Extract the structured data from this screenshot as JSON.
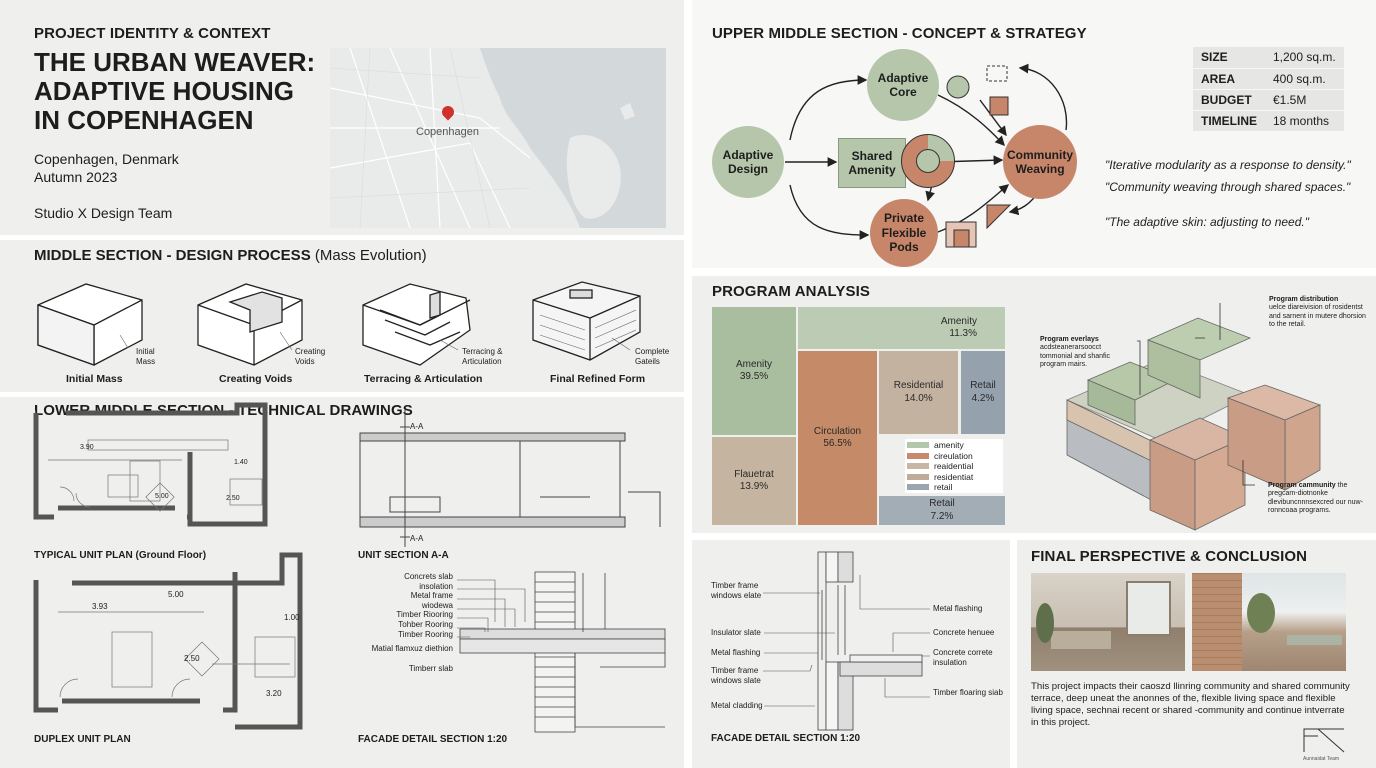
{
  "identity": {
    "section_label": "PROJECT IDENTITY & CONTEXT",
    "title_lines": [
      "THE URBAN WEAVER:",
      "ADAPTIVE HOUSING",
      "IN COPENHAGEN"
    ],
    "location": "Copenhagen, Denmark",
    "season": "Autumn 2023",
    "team": "Studio X Design Team",
    "map_label": "Copenhagen"
  },
  "process": {
    "heading": "MIDDLE SECTION - DESIGN PROCESS",
    "heading_sub": "(Mass Evolution)",
    "steps": [
      {
        "label": "Initial Mass",
        "note_lines": [
          "Initial",
          "Mass"
        ]
      },
      {
        "label": "Creating Voids",
        "note_lines": [
          "Creating",
          "Voids"
        ]
      },
      {
        "label": "Terracing & Articulation",
        "note_lines": [
          "Terracing &",
          "Articulation"
        ]
      },
      {
        "label": "Final Refined Form",
        "note_lines": [
          "Complete",
          "Gateils"
        ]
      }
    ]
  },
  "technical": {
    "heading": "LOWER MIDDLE SECTION - TECHNICAL DRAWINGS",
    "typical_plan": {
      "caption": "TYPICAL UNIT PLAN (Ground Floor)",
      "dims": [
        "3.90",
        "5.00",
        "1.40",
        "2.50"
      ]
    },
    "duplex_plan": {
      "caption": "DUPLEX UNIT PLAN",
      "dims": [
        "3.93",
        "2.50",
        "1.00",
        "3.20",
        "5.00"
      ]
    },
    "section": {
      "caption": "UNIT SECTION A-A",
      "marker": "A-A"
    },
    "facade": {
      "caption": "FACADE DETAIL SECTION 1:20",
      "labels": [
        "Concrets slab",
        "insolation",
        "Metal frame",
        "wiodewa",
        "Timber Riooring",
        "Tohber Rooring",
        "Timber Rooring",
        "Matial flamxuz diethion",
        "Timberr slab"
      ]
    }
  },
  "concept": {
    "heading": "UPPER MIDDLE SECTION - CONCEPT & STRATEGY",
    "nodes": {
      "adaptive_design": "Adaptive Design",
      "adaptive_core": "Adaptive Core",
      "shared_amenity": "Shared Amenity",
      "community_weaving": "Community Weaving",
      "private_pods": "Private Flexible Pods"
    },
    "specs": [
      {
        "key": "SIZE",
        "value": "1,200 sq.m."
      },
      {
        "key": "AREA",
        "value": "400 sq.m."
      },
      {
        "key": "BUDGET",
        "value": "€1.5M"
      },
      {
        "key": "TIMELINE",
        "value": "18 months"
      }
    ],
    "quotes": [
      "\"Iterative modularity as a response to density.\"",
      "\"Community weaving through shared spaces.\"",
      "\"The adaptive skin: adjusting to need.\""
    ],
    "colors": {
      "green": "#b5c6ab",
      "orange": "#c7866a"
    }
  },
  "program": {
    "heading": "PROGRAM ANALYSIS",
    "cells": [
      {
        "label": "Amenity",
        "value": "39.5%",
        "color": "#a9bd9f"
      },
      {
        "label": "Flauetrat",
        "value": "13.9%",
        "color": "#c4b4a0"
      },
      {
        "label": "Amenity",
        "value": "11.3%",
        "color": "#bccbb3"
      },
      {
        "label": "Circulation",
        "value": "56.5%",
        "color": "#c58a68"
      },
      {
        "label": "Residential",
        "value": "14.0%",
        "color": "#c4b2a0"
      },
      {
        "label": "Retail",
        "value": "4.2%",
        "color": "#95a2ae"
      },
      {
        "label": "Retail",
        "value": "7.2%",
        "color": "#a3adb6"
      }
    ],
    "legend": [
      {
        "label": "amenity",
        "color": "#b3c7aa"
      },
      {
        "label": "cireulation",
        "color": "#c78a6b"
      },
      {
        "label": "reaidential",
        "color": "#c8b5a3"
      },
      {
        "label": "residentiat",
        "color": "#c0ab98"
      },
      {
        "label": "retail",
        "color": "#99a6b2"
      }
    ],
    "annotations": [
      {
        "title": "Program distribution",
        "body": "uelce diareivision of rosidentst and sarnent in mutere dhorsion to the retail."
      },
      {
        "title": "Program everlays",
        "body": "acdsteanerarsoocct tommonial and shanfic program mairs."
      },
      {
        "title": "Program cammunity",
        "title_tail": " the",
        "body": "pregcam-diotnonke dlevibuncnnnsexcred our nuw-ronncoaa programs."
      }
    ]
  },
  "facade_detail": {
    "caption": "FACADE DETAIL SECTION 1:20",
    "left_labels": [
      "Timber frame windows elate",
      "Insulator slate",
      "Metal flashing",
      "Timber frame windows slate",
      "Metal cladding"
    ],
    "right_labels": [
      "Metal flashing",
      "Concrete henuee",
      "Concrete correte insulation",
      "Timber floaring siab"
    ]
  },
  "conclusion": {
    "heading": "FINAL PERSPECTIVE & CONCLUSION",
    "text": "This project impacts their caoszd llinring community and shared community terrace, deep uneat the anonnes of the, flexible living space and flexible living space, sechnai recent or shared -community and continue intverrate in this project.",
    "logo_text": "Aunnaidat Team"
  }
}
